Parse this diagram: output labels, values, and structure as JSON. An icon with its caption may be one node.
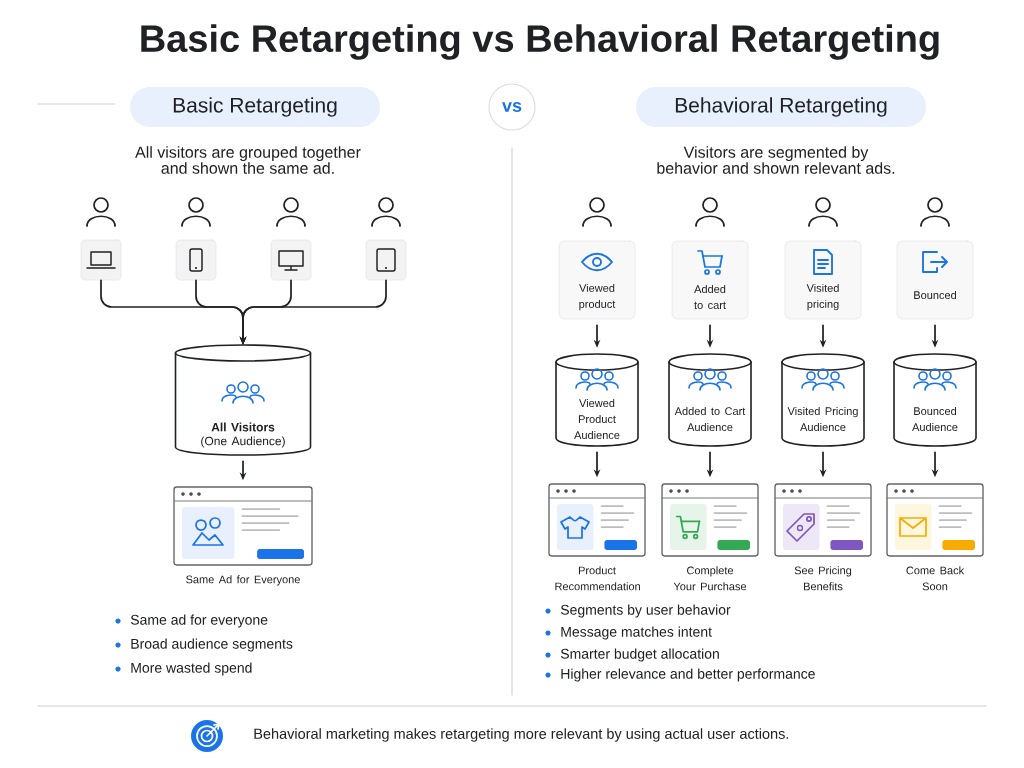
{
  "diagram": {
    "title": "Basic Retargeting vs Behavioral Retargeting",
    "nodes": [
      {
        "text": [
          "Basic Retargeting"
        ]
      },
      {
        "text": [
          "vs"
        ]
      },
      {
        "text": [
          "Behavioral Retargeting"
        ]
      },
      {
        "text": [],
        "shape": "box"
      },
      {
        "text": [],
        "shape": "box"
      },
      {
        "text": [],
        "shape": "box"
      },
      {
        "text": [],
        "shape": "box"
      },
      {
        "text": [
          "All Visitors",
          "(One Audience)"
        ]
      },
      {
        "text": [],
        "shape": "window",
        "beside": [
          "Same Ad for Everyone"
        ]
      },
      {
        "text": [
          "Viewed product"
        ]
      },
      {
        "text": [
          "Added to cart"
        ]
      },
      {
        "text": [
          "Visited pricing"
        ]
      },
      {
        "text": [
          "Bounced"
        ]
      },
      {
        "text": [
          "Viewed Product Audience"
        ]
      },
      {
        "text": [
          "Added to Cart Audience"
        ]
      },
      {
        "text": [
          "Visited Pricing Audience"
        ]
      },
      {
        "text": [
          "Bounced Audience"
        ]
      },
      {
        "text": [],
        "shape": "window",
        "beside": [
          "Product Recommendation"
        ]
      },
      {
        "text": [],
        "shape": "window",
        "beside": [
          "Complete Your Purchase"
        ]
      },
      {
        "text": [],
        "shape": "window",
        "beside": [
          "See Pricing Benefits"
        ]
      },
      {
        "text": [],
        "shape": "window",
        "beside": [
          "Come Back Soon"
        ]
      }
    ],
    "edges": [
      {
        "from": 3,
        "to": 7,
        "arrow": "to"
      },
      {
        "from": 4,
        "to": 7,
        "arrow": "to"
      },
      {
        "from": 5,
        "to": 7,
        "arrow": "to"
      },
      {
        "from": 6,
        "to": 7,
        "arrow": "to"
      },
      {
        "from": 7,
        "to": 8,
        "arrow": "to"
      },
      {
        "from": 9,
        "to": 13,
        "arrow": "to"
      },
      {
        "from": 10,
        "to": 14,
        "arrow": "to"
      },
      {
        "from": 11,
        "to": 15,
        "arrow": "to"
      },
      {
        "from": 12,
        "to": 16,
        "arrow": "to"
      },
      {
        "from": 13,
        "to": 17,
        "arrow": "to"
      },
      {
        "from": 14,
        "to": 18,
        "arrow": "to"
      },
      {
        "from": 15,
        "to": 19,
        "arrow": "to"
      },
      {
        "from": 16,
        "to": 20,
        "arrow": "to"
      }
    ],
    "labels": [
      "All visitors are grouped together and shown the same ad.",
      "Visitors are segmented by behavior and shown relevant ads.",
      "Same ad for everyone",
      "Broad audience segments",
      "More wasted spend",
      "Segments by user behavior",
      "Message matches intent",
      "Smarter budget allocation",
      "Higher relevance and better performance",
      "Behavioral marketing makes retargeting more relevant by using actual user actions."
    ]
  }
}
